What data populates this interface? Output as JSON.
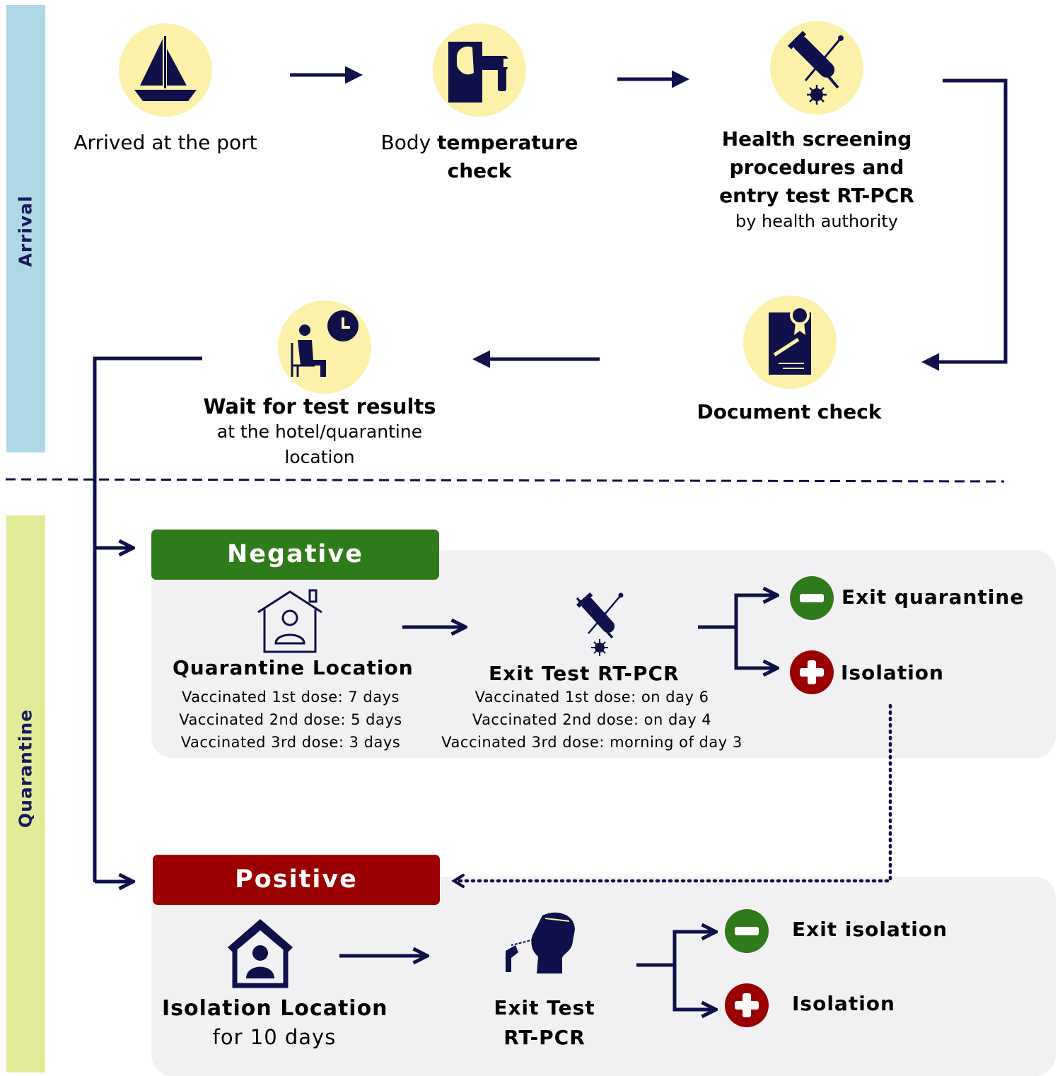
{
  "colors": {
    "navy": "#10104a",
    "arrival_bar": "#aed8e6",
    "quarantine_bar": "#e2ec98",
    "circle": "#fbf1a9",
    "negative": "#2f7a1a",
    "positive": "#9a0000",
    "panel": "#f1f1f4"
  },
  "sections": {
    "arrival": "Arrival",
    "quarantine": "Quarantine"
  },
  "arrival": {
    "port": {
      "text": "Arrived at the port",
      "icon": "sailboat-icon"
    },
    "temperature": {
      "prefix": "Body ",
      "bold": "temperature",
      "line2": "check",
      "icon": "thermometer-gun-icon"
    },
    "screening": {
      "line1": "Health screening",
      "line2": "procedures and",
      "line3": "entry test RT-PCR",
      "line4": "by health authority",
      "icon": "test-tube-swab-icon"
    },
    "document": {
      "text": "Document check",
      "icon": "vaccine-certificate-icon"
    },
    "wait": {
      "bold": "Wait for test results",
      "line2": "at the hotel/quarantine",
      "line3": "location",
      "icon": "waiting-person-clock-icon"
    }
  },
  "negative": {
    "badge": "Negative",
    "location": {
      "title": "Quarantine Location",
      "lines": [
        "Vaccinated 1st dose: 7 days",
        "Vaccinated 2nd dose: 5 days",
        "Vaccinated 3rd dose: 3 days"
      ],
      "icon": "home-person-icon"
    },
    "test": {
      "title": "Exit Test RT-PCR",
      "lines": [
        "Vaccinated 1st dose: on day 6",
        "Vaccinated 2nd dose: on day 4",
        "Vaccinated 3rd dose: morning of day 3"
      ],
      "icon": "test-tube-swab-icon"
    },
    "outcome_minus": "Exit quarantine",
    "outcome_plus": "Isolation"
  },
  "positive": {
    "badge": "Positive",
    "location": {
      "title": "Isolation Location",
      "line2": "for 10 days",
      "icon": "house-person-icon"
    },
    "test": {
      "line1": "Exit Test",
      "line2": "RT-PCR",
      "icon": "nasal-swab-icon"
    },
    "outcome_minus": "Exit isolation",
    "outcome_plus": "Isolation"
  }
}
